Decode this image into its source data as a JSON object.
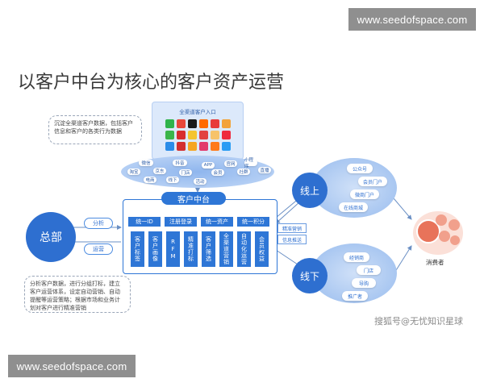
{
  "watermark_top": "www.seedofspace.com",
  "watermark_bottom": "www.seedofspace.com",
  "title": "以客户中台为核心的客户资产运营",
  "channels": {
    "title": "全渠道客户入口",
    "note": "沉淀全渠道客户数据，包括客户信息和客户的各类行为数据",
    "bubbles": [
      "微信",
      "抖音",
      "APP",
      "官网",
      "小程序",
      "淘宝",
      "京东",
      "门店",
      "会员",
      "社群",
      "直播",
      "电商",
      "线下",
      "活动"
    ]
  },
  "hq": {
    "label": "总部",
    "pill1": "分析",
    "pill2": "运营",
    "note": "分析客户数据，进行分组打标，建立客户运营体系，设定自动营销、自动提醒等运营策略；根据市场和业务计划对客户进行精准营销"
  },
  "center": {
    "label": "客户中台",
    "headers": [
      "统一ID",
      "注册登录",
      "统一资产",
      "统一积分"
    ],
    "columns": [
      "客户标签",
      "客户画像",
      "RFM",
      "精准打标",
      "客户筛选",
      "全渠道营销",
      "自动化运营",
      "会员权益"
    ],
    "middle_tags": [
      "精准营销",
      "信息推送"
    ]
  },
  "online": {
    "label": "线上",
    "items": [
      "公众号",
      "会员门户",
      "微商门户",
      "在线商城"
    ]
  },
  "offline": {
    "label": "线下",
    "items": [
      "经销商",
      "门店",
      "导购",
      "推广者"
    ]
  },
  "consumer": {
    "label": "消费者"
  },
  "footer_watermark": "搜狐号@无忧知识星球",
  "colors": {
    "primary": "#2e76d6",
    "light": "#a9c7f1",
    "consumer": "#e8735a"
  }
}
